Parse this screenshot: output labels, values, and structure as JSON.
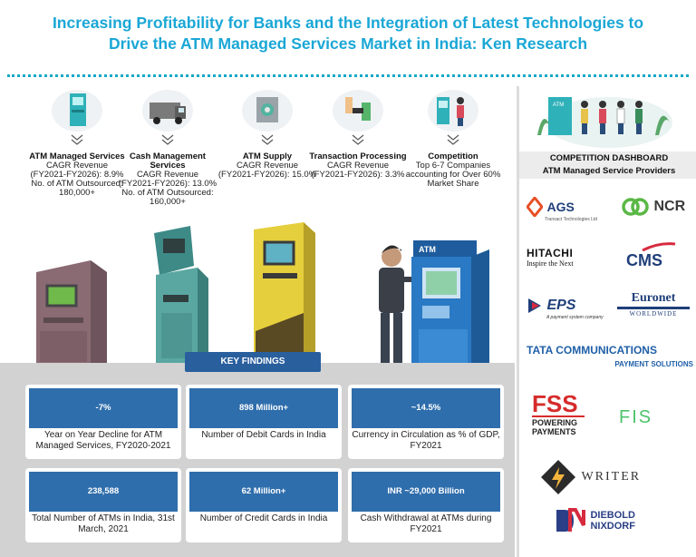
{
  "header": {
    "title_line1": "Increasing Profitability for Banks and the Integration of Latest Technologies to",
    "title_line2": "Drive the ATM Managed Services Market in India: Ken Research"
  },
  "categories": [
    {
      "icon": "atm-machine-icon",
      "head": "ATM Managed Services",
      "body": "CAGR Revenue (FY2021-FY2026): 8.9% No. of ATM Outsourced: 180,000+"
    },
    {
      "icon": "cash-van-icon",
      "head": "Cash Management Services",
      "body": "CAGR Revenue (FY2021-FY2026): 13.0% No. of ATM Outsourced: 160,000+"
    },
    {
      "icon": "vault-icon",
      "head": "ATM Supply",
      "body": "CAGR Revenue (FY2021-FY2026): 15.0%"
    },
    {
      "icon": "transaction-icon",
      "head": "Transaction Processing",
      "body": "CAGR Revenue (FY2021-FY2026): 3.3%"
    },
    {
      "icon": "people-atm-icon",
      "head": "Competition",
      "body": "Top 6-7 Companies accounting for Over 60% Market Share"
    }
  ],
  "key_findings": {
    "title": "KEY FINDINGS",
    "cards": [
      {
        "value": "-7%",
        "label": "Year on Year Decline for ATM Managed Services, FY2020-2021"
      },
      {
        "value": "898 Million+",
        "label": "Number of Debit Cards in India"
      },
      {
        "value": "~14.5%",
        "label": "Currency in Circulation as % of GDP, FY2021"
      },
      {
        "value": "238,588",
        "label": "Total Number of ATMs in India, 31st March, 2021"
      },
      {
        "value": "62 Million+",
        "label": "Number of Credit Cards in India"
      },
      {
        "value": "INR ~29,000 Billion",
        "label": "Cash Withdrawal at ATMs during FY2021"
      }
    ]
  },
  "dashboard": {
    "title_line1": "COMPETITION DASHBOARD",
    "title_line2": "ATM Managed Service Providers",
    "scene_label": "ATM",
    "logos": {
      "ags": "AGS",
      "ags_sub": "Transact Technologies Ltd",
      "ncr": "NCR",
      "hitachi": "HITACHI",
      "hitachi_sub": "Inspire the Next",
      "cms": "CMS",
      "eps": "EPS",
      "eps_sub": "A payment system company",
      "euronet": "Euronet",
      "euronet_sub": "WORLDWIDE",
      "tata": "TATA COMMUNICATIONS",
      "tata_sub": "PAYMENT SOLUTIONS",
      "fss": "FSS",
      "fss_sub1": "POWERING",
      "fss_sub2": "PAYMENTS",
      "fis": "FIS",
      "writer": "WRITER",
      "diebold1": "DIEBOLD",
      "diebold2": "NIXDORF"
    }
  },
  "scene": {
    "atm_sign": "ATM"
  },
  "colors": {
    "title": "#1aa7d6",
    "findings_bg": "#d2d2d2",
    "value_box": "#2f6eac",
    "badge": "#2a5f9e"
  }
}
